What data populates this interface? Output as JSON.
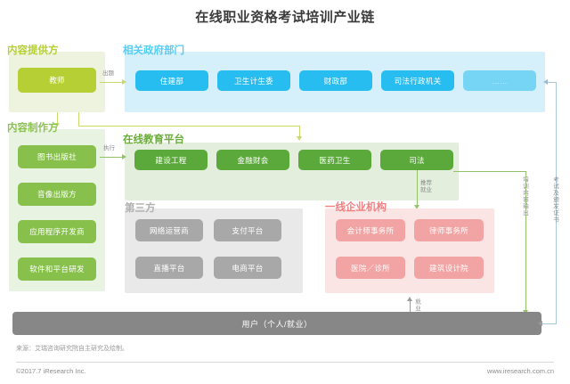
{
  "title": "在线职业资格考试培训产业链",
  "sections": {
    "content_provider": {
      "label": "内容提供方",
      "items": [
        {
          "label": "教师"
        }
      ]
    },
    "government": {
      "label": "相关政府部门",
      "items": [
        {
          "label": "住建部"
        },
        {
          "label": "卫生计生委"
        },
        {
          "label": "财政部"
        },
        {
          "label": "司法行政机关"
        },
        {
          "label": "……"
        }
      ]
    },
    "content_maker": {
      "label": "内容制作方",
      "items": [
        {
          "label": "图书出版社"
        },
        {
          "label": "音像出版方"
        },
        {
          "label": "应用程序开发商"
        },
        {
          "label": "软件和平台研发"
        }
      ]
    },
    "platform": {
      "label": "在线教育平台",
      "items": [
        {
          "label": "建设工程"
        },
        {
          "label": "金融财会"
        },
        {
          "label": "医药卫生"
        },
        {
          "label": "司法"
        }
      ]
    },
    "third_party": {
      "label": "第三方",
      "items": [
        {
          "label": "网络运营商"
        },
        {
          "label": "支付平台"
        },
        {
          "label": "直播平台"
        },
        {
          "label": "电商平台"
        }
      ]
    },
    "enterprise": {
      "label": "一线企业机构",
      "items": [
        {
          "label": "会计师事务所"
        },
        {
          "label": "律师事务所"
        },
        {
          "label": "医院／诊所"
        },
        {
          "label": "建筑设计院"
        }
      ]
    },
    "users": {
      "label": "用户（个人/就业）"
    }
  },
  "edges": {
    "chuti": "出题",
    "zhixing": "执行",
    "tuijian_jiuye": "推荐\n就业",
    "jiuye": "就业",
    "peixun_output": "培训内容输出",
    "kaoshi_zhengshu": "考试及颁发证书"
  },
  "footer": {
    "source": "来源：艾瑞咨询研究院自主研究及绘制。",
    "copyright": "©2017.7 iResearch Inc.",
    "website": "www.iresearch.com.cn"
  },
  "colors": {
    "lime": "#b5cf34",
    "blue": "#28bdf0",
    "green": "#87c04b",
    "green_dark": "#5aa93a",
    "gray": "#a8a8a8",
    "red": "#f2a3a3",
    "users_bar": "#878787"
  }
}
